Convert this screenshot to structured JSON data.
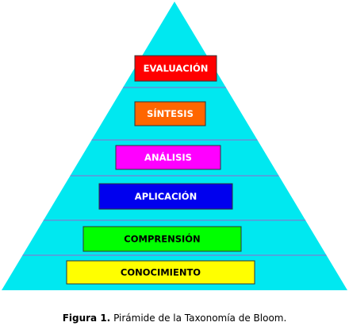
{
  "diagram": {
    "type": "pyramid",
    "fill_color": "#00e8f0",
    "divider_color": "#9966cc",
    "levels": [
      {
        "label": "EVALUACIÓN",
        "fill": "#ff0000",
        "text_color": "#ffffff"
      },
      {
        "label": "SÍNTESIS",
        "fill": "#ff6600",
        "text_color": "#ffffff"
      },
      {
        "label": "ANÁLISIS",
        "fill": "#ff00ff",
        "text_color": "#ffffff"
      },
      {
        "label": "APLICACIÓN",
        "fill": "#0000ee",
        "text_color": "#ffffff"
      },
      {
        "label": "COMPRENSIÓN",
        "fill": "#00ff00",
        "text_color": "#000000"
      },
      {
        "label": "CONOCIMIENTO",
        "fill": "#ffff00",
        "text_color": "#000000"
      }
    ]
  },
  "caption": {
    "label": "Figura 1.",
    "text": "Pirámide de la Taxonomía de Bloom."
  }
}
